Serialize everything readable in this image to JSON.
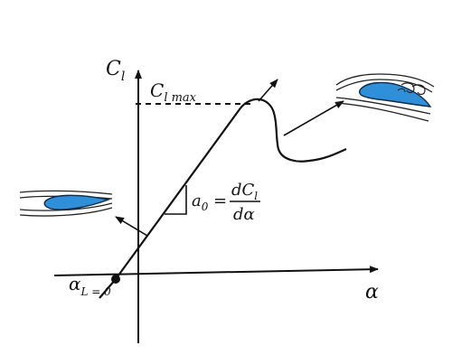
{
  "labels": {
    "y_axis_main": "C",
    "y_axis_sub": "l",
    "x_axis": "α",
    "clmax_main": "C",
    "clmax_sub": "l max",
    "a0_lhs_main": "a",
    "a0_lhs_sub": "0",
    "a0_eq": "=",
    "a0_num_main": "dC",
    "a0_num_sub": "l",
    "a0_den": "dα",
    "alpha_l0_main": "α",
    "alpha_l0_sub": "L = 0"
  },
  "colors": {
    "ink": "#111111",
    "airfoil_fill": "#2f8fd8",
    "airfoil_edge": "#0d2a4a",
    "stream": "#222222"
  },
  "icons": [
    "airfoil-attached-flow-icon",
    "airfoil-separated-flow-icon"
  ]
}
